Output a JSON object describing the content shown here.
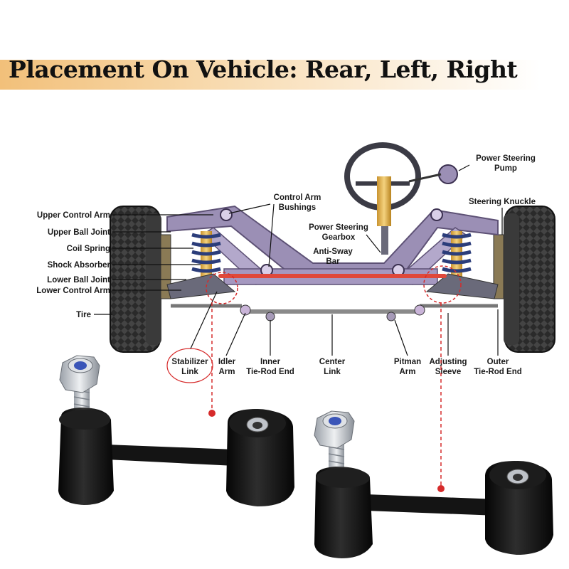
{
  "title": "Placement On Vehicle: Rear, Left, Right",
  "labels": {
    "upper_control_arm": "Upper Control Arm",
    "upper_ball_joint": "Upper Ball Joint",
    "coil_spring": "Coil Spring",
    "shock_absorber": "Shock Absorber",
    "lower_ball_joint": "Lower Ball Joint",
    "lower_control_arm": "Lower Control Arm",
    "tire": "Tire",
    "control_arm_bushings_1": "Control Arm",
    "control_arm_bushings_2": "Bushings",
    "power_steering_pump_1": "Power Steering",
    "power_steering_pump_2": "Pump",
    "steering_knuckle": "Steering Knuckle",
    "power_steering_gearbox_1": "Power Steering",
    "power_steering_gearbox_2": "Gearbox",
    "anti_sway_bar_1": "Anti-Sway",
    "anti_sway_bar_2": "Bar",
    "stabilizer_link_1": "Stabilizer",
    "stabilizer_link_2": "Link",
    "idler_arm_1": "Idler",
    "idler_arm_2": "Arm",
    "inner_tie_rod_1": "Inner",
    "inner_tie_rod_2": "Tie-Rod End",
    "center_link_1": "Center",
    "center_link_2": "Link",
    "pitman_arm_1": "Pitman",
    "pitman_arm_2": "Arm",
    "adjusting_sleeve_1": "Adjusting",
    "adjusting_sleeve_2": "Sleeve",
    "outer_tie_rod_1": "Outer",
    "outer_tie_rod_2": "Tie-Rod End"
  },
  "colors": {
    "title_band": "#f2c07a",
    "frame": "#9b8fb5",
    "frame_dark": "#5d5175",
    "sway_bar": "#e0483a",
    "marker": "#d62b2b",
    "tire": "#2a2a2a",
    "bushing": "#111111",
    "bolt": "#c9ccd1",
    "nylon": "#3a55b8"
  }
}
